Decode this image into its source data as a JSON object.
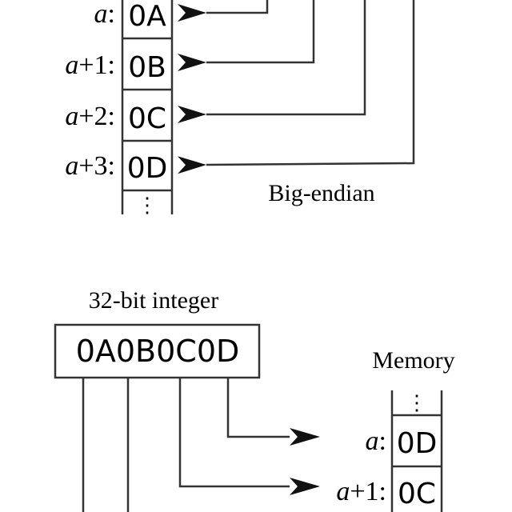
{
  "big_endian": {
    "caption": "Big-endian",
    "rows": [
      {
        "var": "a",
        "suffix": ":",
        "value": "0A"
      },
      {
        "var": "a",
        "suffix": "+1:",
        "value": "0B"
      },
      {
        "var": "a",
        "suffix": "+2:",
        "value": "0C"
      },
      {
        "var": "a",
        "suffix": "+3:",
        "value": "0D"
      }
    ],
    "ellipsis": "⋮"
  },
  "little_endian": {
    "integer_label": "32-bit integer",
    "integer_value": "0A0B0C0D",
    "memory_label": "Memory",
    "ellipsis": "⋮",
    "rows": [
      {
        "var": "a",
        "suffix": ":",
        "value": "0D"
      },
      {
        "var": "a",
        "suffix": "+1:",
        "value": "0C"
      }
    ]
  },
  "colors": {
    "line": "#333333",
    "text": "#000000",
    "background": "#ffffff"
  }
}
